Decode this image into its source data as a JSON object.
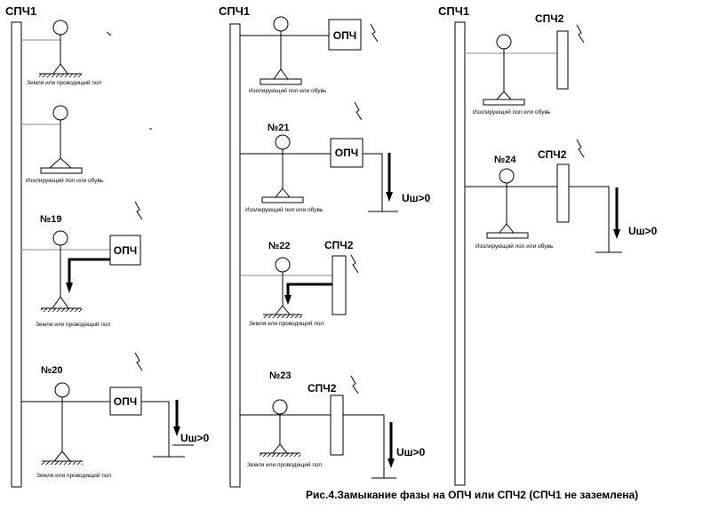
{
  "columns": [
    {
      "bus_label": "СПЧ1"
    },
    {
      "bus_label": "СПЧ1"
    },
    {
      "bus_label": "СПЧ1",
      "device_label": "СПЧ2"
    }
  ],
  "scenarios": [
    {
      "number": "",
      "floor_label": "Земля или проводящий пол"
    },
    {
      "number": "",
      "floor_label": "Изолирующий пол или обувь"
    },
    {
      "number": "№19",
      "device_label": "ОПЧ",
      "floor_label": "Земля или проводящий пол"
    },
    {
      "number": "№20",
      "device_label": "ОПЧ",
      "voltage_label": "Uш>0",
      "floor_label": "Земля или проводящий пол"
    },
    {
      "number": "",
      "device_label": "ОПЧ",
      "floor_label": "Изолирующий пол или обувь"
    },
    {
      "number": "№21",
      "device_label": "ОПЧ",
      "voltage_label": "Uш>0",
      "floor_label": "Изолирующий пол или обувь"
    },
    {
      "number": "№22",
      "device_label": "СПЧ2",
      "floor_label": "Земля или проводящий пол"
    },
    {
      "number": "№23",
      "device_label": "СПЧ2",
      "voltage_label": "Uш>0",
      "floor_label": "Земля или проводящий пол"
    },
    {
      "number": "",
      "device_label": "СПЧ2",
      "floor_label": "Изолирующий пол или обувь"
    },
    {
      "number": "№24",
      "device_label": "СПЧ2",
      "voltage_label": "Uш>0",
      "floor_label": "Изолирующий пол или обувь"
    }
  ],
  "caption": "Рис.4.Замыкание фазы на ОПЧ или СПЧ2 (СПЧ1 не заземлена)"
}
